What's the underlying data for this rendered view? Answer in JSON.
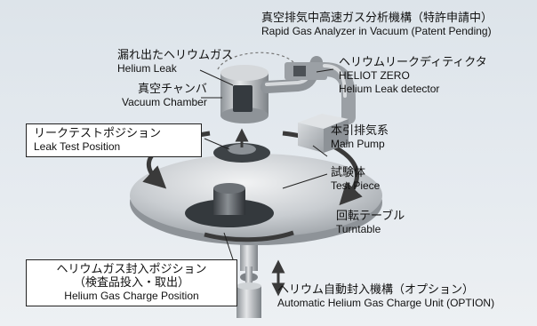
{
  "labels": {
    "analyzer_jp": "真空排気中高速ガス分析機構（特許申請中）",
    "analyzer_en": "Rapid Gas Analyzer in Vacuum (Patent Pending)",
    "leak_jp": "漏れ出たヘリウムガス",
    "leak_en": "Helium Leak",
    "detector_jp": "ヘリウムリークディティクタ",
    "detector_en1": "HELIOT ZERO",
    "detector_en2": "Helium Leak detector",
    "chamber_jp": "真空チャンバ",
    "chamber_en": "Vacuum Chamber",
    "test_pos_jp": "リークテストポジション",
    "test_pos_en": "Leak Test Position",
    "pump_jp": "本引排気系",
    "pump_en": "Main Pump",
    "piece_jp": "試験体",
    "piece_en": "Test Piece",
    "turntable_jp": "回転テーブル",
    "turntable_en": "Turntable",
    "charge_pos_jp": "ヘリウムガス封入ポジション",
    "charge_pos_jp2": "（検査品投入・取出）",
    "charge_pos_en": "Helium Gas Charge Position",
    "unit_jp": "ヘリウム自動封入機構（オプション）",
    "unit_en": "Automatic Helium Gas Charge Unit (OPTION)"
  },
  "colors": {
    "background": "#e2e8ee",
    "metal": "#a9aeb3",
    "dark_metal": "#4a4f54",
    "arrow": "#444444"
  }
}
